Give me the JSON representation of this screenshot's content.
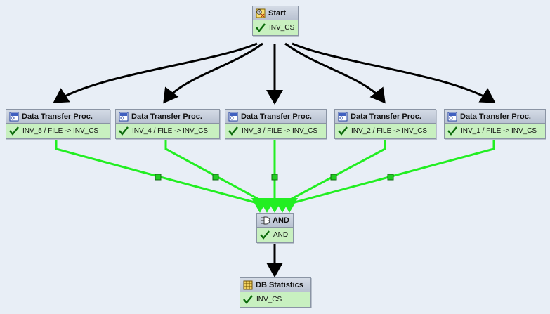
{
  "colors": {
    "background": "#e8eef6",
    "node_header": "#c3cbd8",
    "node_body": "#c8f0c0",
    "edge_black": "#000000",
    "edge_green": "#22ee22"
  },
  "start": {
    "title": "Start",
    "status": "INV_CS",
    "icon": "start-clock-icon"
  },
  "processes": [
    {
      "title": "Data Transfer Proc.",
      "status": "INV_5 / FILE -> INV_CS",
      "icon": "data-transfer-icon"
    },
    {
      "title": "Data Transfer Proc.",
      "status": "INV_4 / FILE -> INV_CS",
      "icon": "data-transfer-icon"
    },
    {
      "title": "Data Transfer Proc.",
      "status": "INV_3 / FILE -> INV_CS",
      "icon": "data-transfer-icon"
    },
    {
      "title": "Data Transfer Proc.",
      "status": "INV_2 / FILE -> INV_CS",
      "icon": "data-transfer-icon"
    },
    {
      "title": "Data Transfer Proc.",
      "status": "INV_1 / FILE -> INV_CS",
      "icon": "data-transfer-icon"
    }
  ],
  "and_node": {
    "title": "AND",
    "status": "AND",
    "icon": "and-gate-icon"
  },
  "db_stats": {
    "title": "DB Statistics",
    "status": "INV_CS",
    "icon": "db-statistics-icon"
  }
}
